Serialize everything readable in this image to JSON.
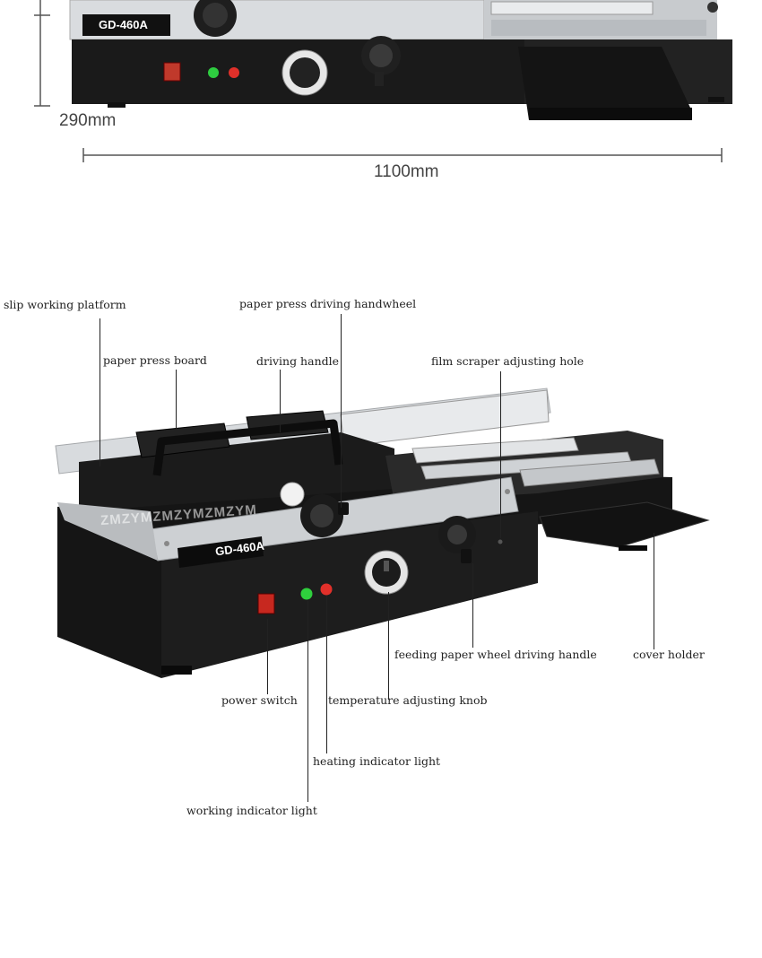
{
  "top_view": {
    "height_dimension": "290mm",
    "width_dimension": "1100mm",
    "model_plate": "GD-460A"
  },
  "machine": {
    "model_plate": "GD-460A",
    "watermark": "ZMZYMZMZYMZMZYM"
  },
  "labels": {
    "slip_working_platform": "slip working platform",
    "paper_press_driving_handwheel": "paper press driving handwheel",
    "paper_press_board": "paper press board",
    "driving_handle": "driving handle",
    "film_scraper_adjusting_hole": "film scraper adjusting hole",
    "feeding_paper_wheel_driving_handle": "feeding paper wheel driving handle",
    "cover_holder": "cover holder",
    "power_switch": "power switch",
    "temperature_adjusting_knob": "temperature adjusting knob",
    "heating_indicator_light": "heating indicator light",
    "working_indicator_light": "working indicator light"
  }
}
